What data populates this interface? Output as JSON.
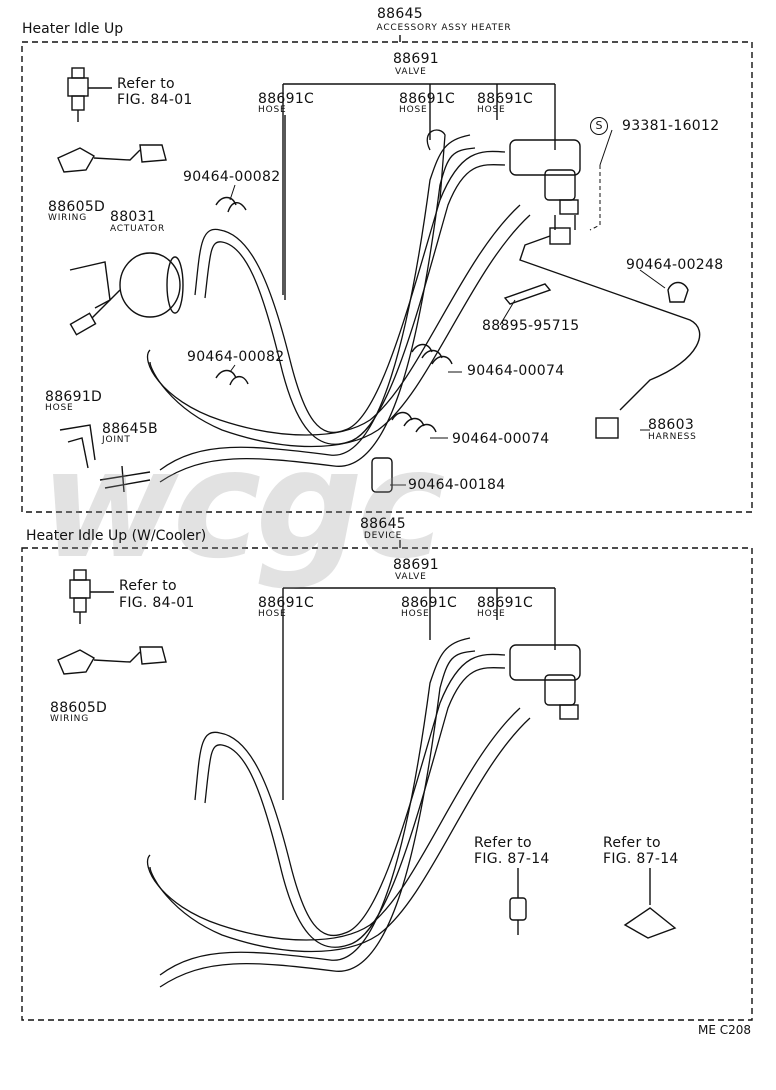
{
  "watermark": "wcgc",
  "top": {
    "title": "Heater Idle Up",
    "assy_no": "88645",
    "assy_name": "ACCESSORY ASSY HEATER",
    "valve_no": "88691",
    "valve_name": "VALVE",
    "hose_no": "88691C",
    "hose_name": "HOSE",
    "refer_line1": "Refer to",
    "refer_line2": "FIG. 84-01",
    "wiring_no": "88605D",
    "wiring_name": "WIRING",
    "actuator_no": "88031",
    "actuator_name": "ACTUATOR",
    "clamp_82": "90464-00082",
    "clamp_74": "90464-00074",
    "clamp_184": "90464-00184",
    "clamp_248": "90464-00248",
    "bolt_symbol": "S",
    "bolt_no": "93381-16012",
    "label_no": "88895-95715",
    "hose_d_no": "88691D",
    "hose_d_name": "HOSE",
    "joint_no": "88645B",
    "joint_name": "JOINT",
    "harness_no": "88603",
    "harness_name": "HARNESS"
  },
  "bottom": {
    "title": "Heater Idle Up (W/Cooler)",
    "device_no": "88645",
    "device_name": "DEVICE",
    "valve_no": "88691",
    "valve_name": "VALVE",
    "hose_no": "88691C",
    "hose_name": "HOSE",
    "refer_line1": "Refer to",
    "refer_line2": "FIG. 84-01",
    "wiring_no": "88605D",
    "wiring_name": "WIRING",
    "refer2_line1": "Refer to",
    "refer2_line2": "FIG. 87-14",
    "refer3_line1": "Refer to",
    "refer3_line2": "FIG. 87-14"
  },
  "figure_code": "ME C208"
}
